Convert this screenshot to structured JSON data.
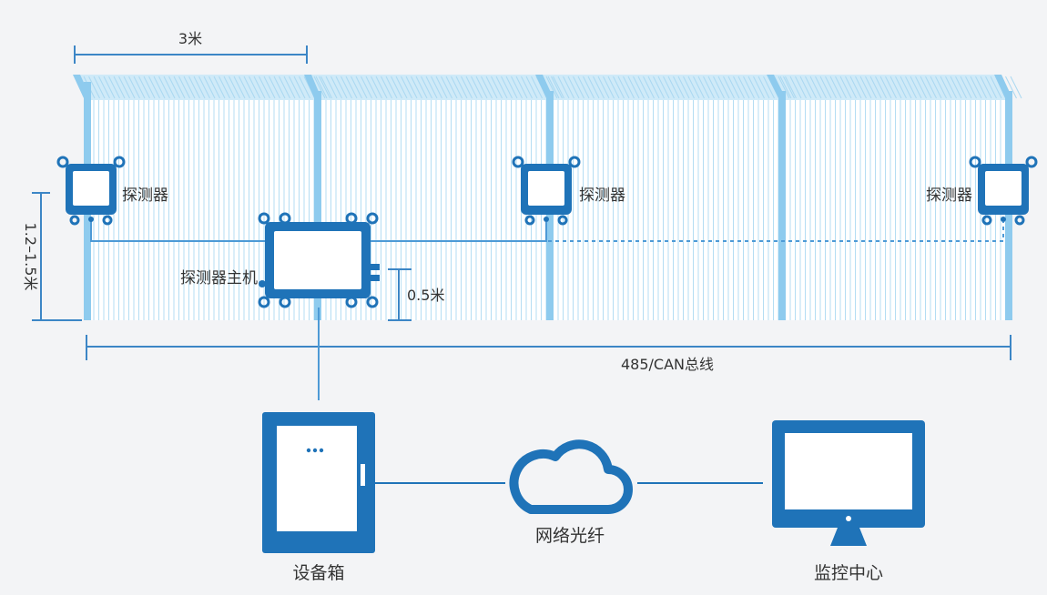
{
  "labels": {
    "width_3m": "3米",
    "height_range": "1.2–1.5米",
    "host_height": "0.5米",
    "bus": "485/CAN总线",
    "detector": "探测器",
    "host": "探测器主机",
    "equipment_box": "设备箱",
    "network": "网络光纤",
    "monitor_center": "监控中心"
  },
  "colors": {
    "icon_blue": "#1f73b8",
    "fence_light": "#bfe3f6",
    "fence_post": "#8ecbee",
    "fence_mesh": "#9fd3f0",
    "line": "#4d9ad6",
    "text": "#333333",
    "background": "#f3f4f6"
  }
}
